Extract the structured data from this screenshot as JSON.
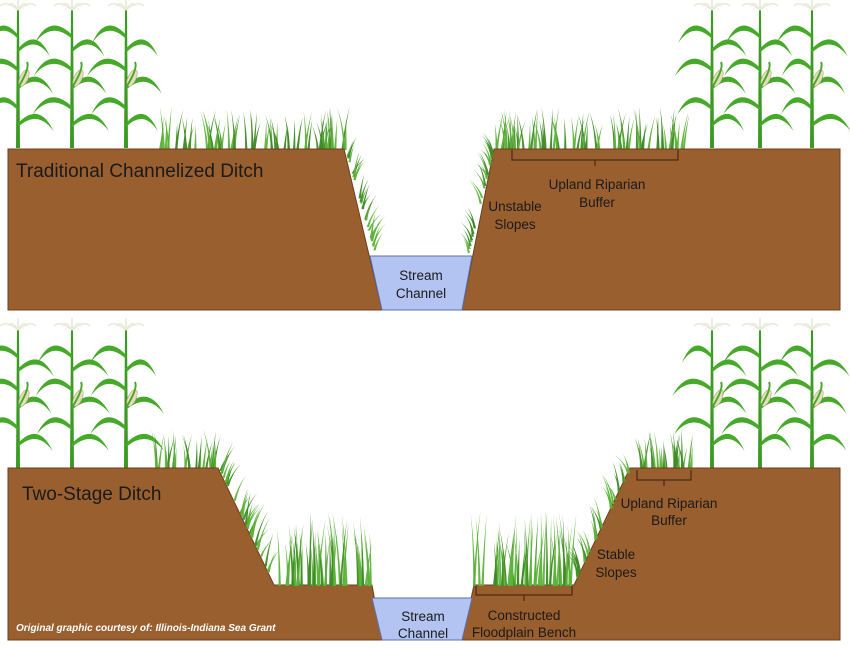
{
  "panels": {
    "traditional": {
      "title": "Traditional Channelized Ditch",
      "channel_label": [
        "Stream",
        "Channel"
      ],
      "buffer_label": [
        "Upland Riparian",
        "Buffer"
      ],
      "slopes_label": [
        "Unstable",
        "Slopes"
      ]
    },
    "two_stage": {
      "title": "Two-Stage Ditch",
      "channel_label": [
        "Stream",
        "Channel"
      ],
      "buffer_label": [
        "Upland Riparian",
        "Buffer"
      ],
      "slopes_label": [
        "Stable",
        "Slopes"
      ],
      "bench_label": [
        "Constructed",
        "Floodplain Bench"
      ]
    }
  },
  "credit": "Original graphic courtesy of: Illinois-Indiana Sea Grant",
  "colors": {
    "soil": "#9a5f2f",
    "soil_edge": "#6e3f1c",
    "water": "#b3c4f2",
    "water_edge": "#5b6fb0",
    "grass": "#5db23a",
    "grass_dark": "#3f8a26",
    "corn_stalk": "#3a9a22",
    "corn_leaf": "#47a92a",
    "tassel": "#e8ead8",
    "cob": "#e6dcc0",
    "bracket": "#4a2a12"
  }
}
